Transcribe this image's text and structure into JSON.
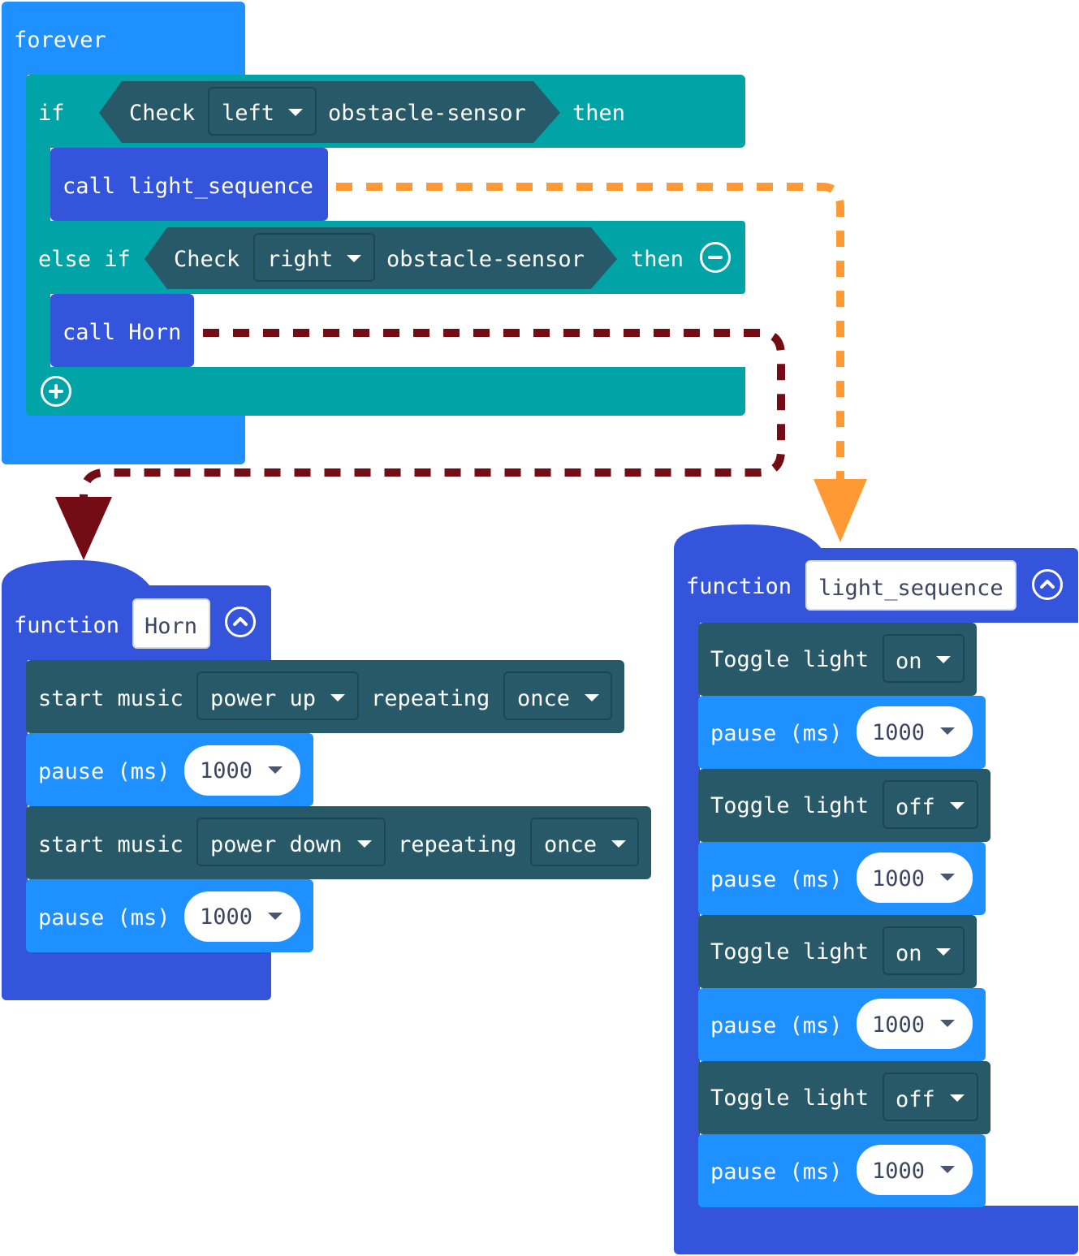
{
  "colors": {
    "loops_blue": "#1e90ff",
    "logic_teal": "#00a4a6",
    "function_indigo": "#3455db",
    "sensor_dark": "#275969",
    "orange_arrow": "#ff9933",
    "darkred_arrow": "#730c14"
  },
  "forever": {
    "label": "forever",
    "if_kw": "if",
    "check1": {
      "check": "Check",
      "side": "left",
      "sensor": "obstacle-sensor",
      "then": "then"
    },
    "call1": {
      "call": "call",
      "name": "light_sequence"
    },
    "else_if_kw": "else if",
    "check2": {
      "check": "Check",
      "side": "right",
      "sensor": "obstacle-sensor",
      "then": "then"
    },
    "call2": {
      "call": "call",
      "name": "Horn"
    }
  },
  "horn_fn": {
    "keyword": "function",
    "name": "Horn",
    "rows": [
      {
        "start": "start music",
        "melody": "power up",
        "repeating": "repeating",
        "mode": "once"
      },
      {
        "pause": "pause (ms)",
        "value": "1000"
      },
      {
        "start": "start music",
        "melody": "power down",
        "repeating": "repeating",
        "mode": "once"
      },
      {
        "pause": "pause (ms)",
        "value": "1000"
      }
    ]
  },
  "light_fn": {
    "keyword": "function",
    "name": "light_sequence",
    "rows": [
      {
        "toggle": "Toggle light",
        "state": "on"
      },
      {
        "pause": "pause (ms)",
        "value": "1000"
      },
      {
        "toggle": "Toggle light",
        "state": "off"
      },
      {
        "pause": "pause (ms)",
        "value": "1000"
      },
      {
        "toggle": "Toggle light",
        "state": "on"
      },
      {
        "pause": "pause (ms)",
        "value": "1000"
      },
      {
        "toggle": "Toggle light",
        "state": "off"
      },
      {
        "pause": "pause (ms)",
        "value": "1000"
      }
    ]
  }
}
